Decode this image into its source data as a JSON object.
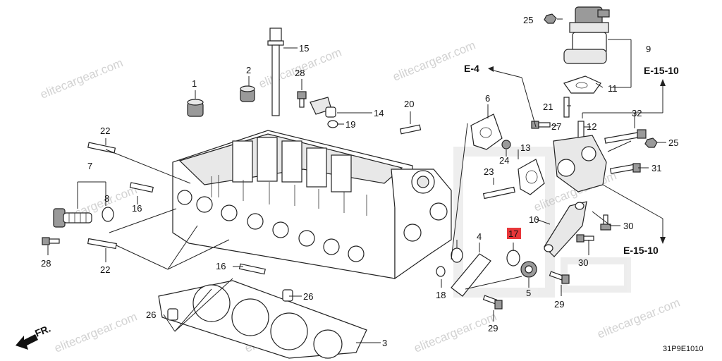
{
  "diagram": {
    "diagram_code": "31P9E1010",
    "front_label": "FR.",
    "watermark_text": "elitecargear.com",
    "ref_labels": [
      "E-4",
      "E-15-10",
      "E-15-10"
    ],
    "highlight_color": "#e8373a",
    "highlighted_part": "17",
    "part_numbers": [
      "1",
      "2",
      "3",
      "4",
      "5",
      "6",
      "7",
      "8",
      "9",
      "10",
      "11",
      "12",
      "13",
      "14",
      "15",
      "16",
      "16",
      "17",
      "18",
      "19",
      "20",
      "21",
      "22",
      "22",
      "22",
      "23",
      "24",
      "25",
      "25",
      "26",
      "26",
      "27",
      "28",
      "28",
      "29",
      "29",
      "30",
      "30",
      "31",
      "32"
    ]
  }
}
